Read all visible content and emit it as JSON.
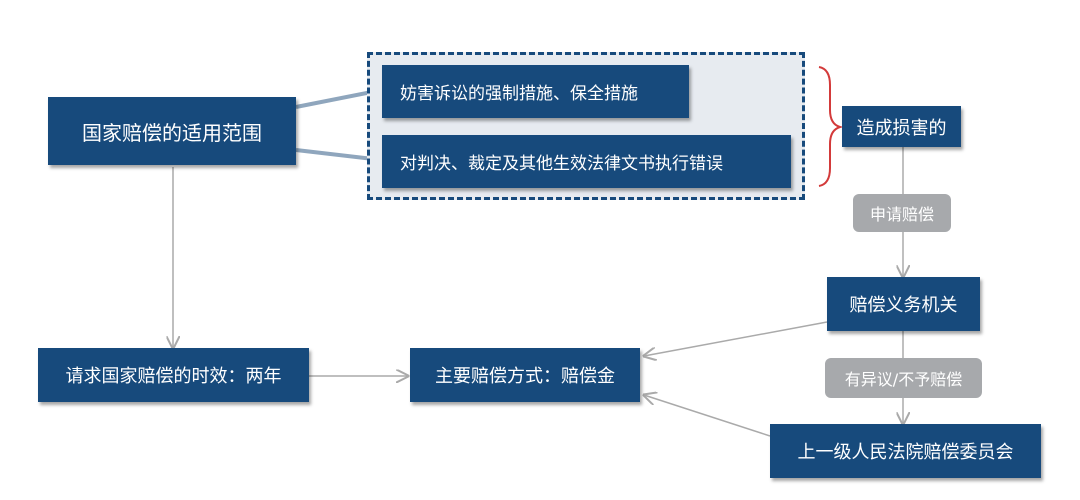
{
  "colors": {
    "box": "#174a7c",
    "pill": "#a7a9ac",
    "group_bg": "#e7ebf0",
    "brace": "#d33a3a",
    "connector": "#8fa6bd",
    "arrow": "#aaaaaa"
  },
  "nodes": {
    "scope": "国家赔偿的适用范围",
    "case1": "妨害诉讼的强制措施、保全措施",
    "case2": "对判决、裁定及其他生效法律文书执行错误",
    "damage": "造成损害的",
    "obligor": "赔偿义务机关",
    "time_limit": "请求国家赔偿的时效：两年",
    "method": "主要赔偿方式：赔偿金",
    "committee": "上一级人民法院赔偿委员会"
  },
  "labels": {
    "apply": "申请赔偿",
    "objection": "有异议/不予赔偿"
  }
}
